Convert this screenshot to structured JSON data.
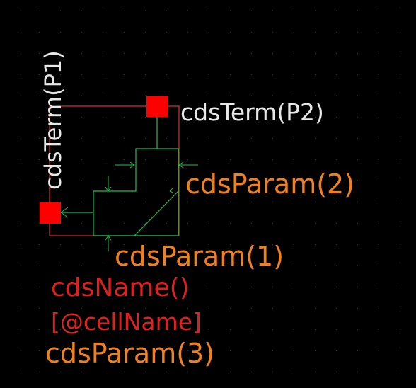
{
  "colors": {
    "background": "#000000",
    "boundary": "#e03030",
    "pin": "#ff0000",
    "device": "#20c050",
    "param_text": "#f08020",
    "name_text": "#e02020",
    "term_text": "#e8e8e8",
    "grid_dot": "#3a3a3a"
  },
  "labels": {
    "term_p1": "cdsTerm(P1)",
    "term_p2": "cdsTerm(P2)",
    "param_2": "cdsParam(2)",
    "param_1": "cdsParam(1)",
    "name": "cdsName()",
    "cell_name": "[@cellName]",
    "param_3": "cdsParam(3)"
  },
  "icons": {
    "pin_p1": "square-pin",
    "pin_p2": "square-pin",
    "direction_arrows": "arrow-icon"
  }
}
